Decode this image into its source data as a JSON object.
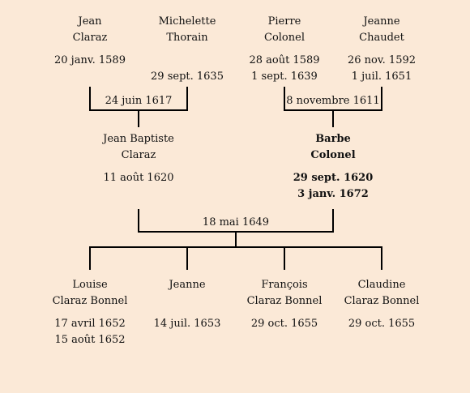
{
  "grandparents": [
    {
      "first": "Jean",
      "last": "Claraz",
      "birth": "20 janv. 1589",
      "death": ""
    },
    {
      "first": "Michelette",
      "last": "Thorain",
      "birth": "",
      "death": "29 sept. 1635"
    },
    {
      "first": "Pierre",
      "last": "Colonel",
      "birth": "28 août 1589",
      "death": "1 sept. 1639"
    },
    {
      "first": "Jeanne",
      "last": "Chaudet",
      "birth": "26 nov. 1592",
      "death": "1 juil. 1651"
    }
  ],
  "grandparent_marriages": [
    {
      "date": "24 juin 1617"
    },
    {
      "date": "8 novembre 1611"
    }
  ],
  "parents": [
    {
      "first": "Jean Baptiste",
      "last": "Claraz",
      "birth": "11 août 1620",
      "death": ""
    },
    {
      "first": "Barbe",
      "last": "Colonel",
      "birth": "29 sept. 1620",
      "death": "3 janv. 1672",
      "highlighted": true
    }
  ],
  "parent_marriage": {
    "date": "18 mai 1649"
  },
  "children": [
    {
      "first": "Louise",
      "last": "Claraz Bonnel",
      "birth": "17 avril 1652",
      "death": "15 août 1652"
    },
    {
      "first": "Jeanne",
      "last": "",
      "birth": "14 juil. 1653",
      "death": ""
    },
    {
      "first": "François",
      "last": "Claraz Bonnel",
      "birth": "29 oct. 1655",
      "death": ""
    },
    {
      "first": "Claudine",
      "last": "Claraz Bonnel",
      "birth": "29 oct. 1655",
      "death": ""
    }
  ]
}
